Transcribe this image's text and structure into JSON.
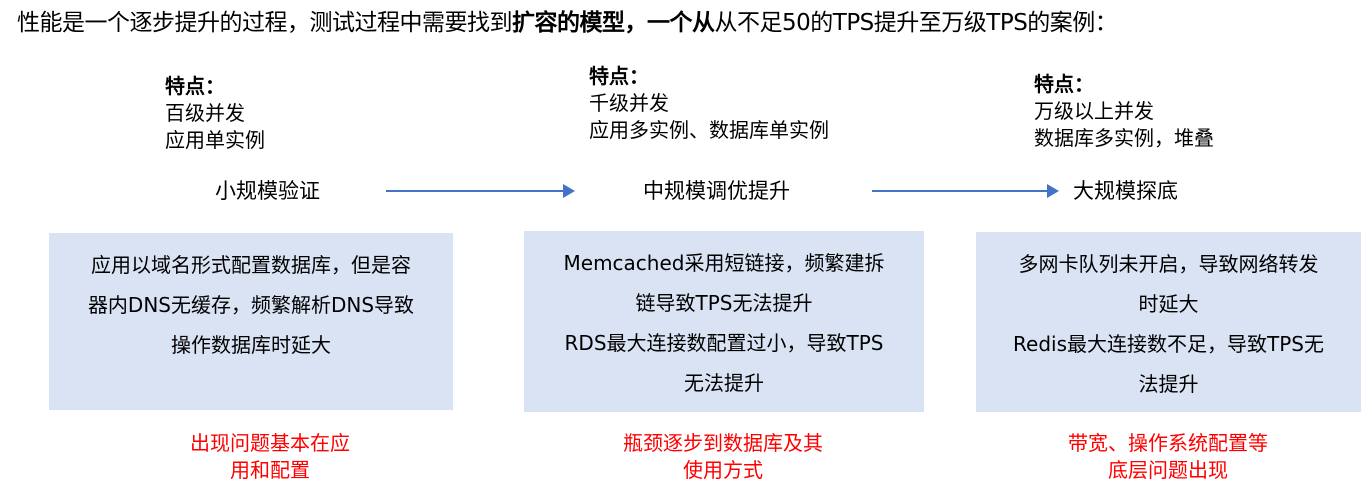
{
  "title": {
    "part1": "性能是一个逐步提升的过程，测试过程中需要找到",
    "bold1": "扩容的模型，一个从",
    "part2": "从不足50的TPS提升至万级TPS的案例："
  },
  "stages": [
    {
      "feature_title": "特点：",
      "feature_lines": [
        "百级并发",
        "应用单实例"
      ],
      "stage_label": "小规模验证",
      "issues": [
        "应用以域名形式配置数据库，但是容",
        "器内DNS无缓存，频繁解析DNS导致",
        "操作数据库时延大"
      ],
      "conclusion": [
        "出现问题基本在应",
        "用和配置"
      ]
    },
    {
      "feature_title": "特点：",
      "feature_lines": [
        "千级并发",
        "应用多实例、数据库单实例"
      ],
      "stage_label": "中规模调优提升",
      "issues": [
        "Memcached采用短链接，频繁建拆",
        "链导致TPS无法提升",
        "RDS最大连接数配置过小，导致TPS",
        "无法提升"
      ],
      "conclusion": [
        "瓶颈逐步到数据库及其",
        "使用方式"
      ]
    },
    {
      "feature_title": "特点：",
      "feature_lines": [
        "万级以上并发",
        "数据库多实例，堆叠"
      ],
      "stage_label": "大规模探底",
      "issues": [
        "多网卡队列未开启，导致网络转发",
        "时延大",
        "Redis最大连接数不足，导致TPS无",
        "法提升"
      ],
      "conclusion": [
        "带宽、操作系统配置等",
        "底层问题出现"
      ]
    }
  ],
  "colors": {
    "arrow": "#4472c4",
    "box_fill": "#dae3f3",
    "conclusion_text": "#ff0000"
  }
}
